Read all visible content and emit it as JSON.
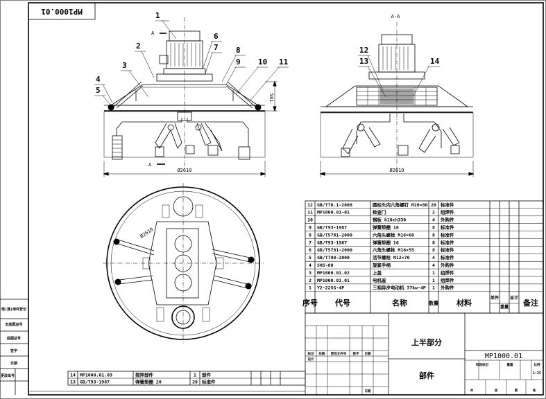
{
  "drawing_no_rotated": "MP1000.01",
  "section_label": "A-A",
  "view_marker": "A",
  "balloons_left": [
    "1",
    "2",
    "3",
    "4",
    "5",
    "6",
    "7",
    "8",
    "9",
    "10",
    "11"
  ],
  "balloons_right": [
    "12",
    "13",
    "14"
  ],
  "dim_width": "Ø2610",
  "dim_height": "581",
  "dim_circle": "Ø2610",
  "bom_header": {
    "seq": "序号",
    "code": "代号",
    "name": "名称",
    "qty": "数量",
    "material": "材料",
    "unit": "单件",
    "total": "总计",
    "weight": "重量",
    "remark": "备注"
  },
  "bom_rows": [
    {
      "seq": "14",
      "code": "MP1000.01.03",
      "name": "搅拌部件",
      "qty": "1",
      "remark": "部件"
    },
    {
      "seq": "13",
      "code": "GB/T93-1987",
      "name": "弹簧垫圈 20",
      "qty": "20",
      "remark": "标准件"
    },
    {
      "seq": "12",
      "code": "GB/T70.1-2008",
      "name": "圆柱头内六角螺钉 M20×80",
      "qty": "20",
      "remark": "标准件"
    },
    {
      "seq": "11",
      "code": "MP1000.01-01",
      "name": "检查门",
      "qty": "2",
      "remark": "组焊件"
    },
    {
      "seq": "10",
      "code": "",
      "name": "钢板 δ10ch330",
      "qty": "4",
      "remark": "外购件"
    },
    {
      "seq": "9",
      "code": "GB/T93-1987",
      "name": "弹簧垫圈 16",
      "qty": "8",
      "remark": "标准件"
    },
    {
      "seq": "8",
      "code": "GB/T5781-2000",
      "name": "六角头螺栓 M16×60",
      "qty": "8",
      "remark": "标准件"
    },
    {
      "seq": "7",
      "code": "GB/T93-1987",
      "name": "弹簧垫圈 16",
      "qty": "8",
      "remark": "标准件"
    },
    {
      "seq": "6",
      "code": "GB/T5781-2000",
      "name": "六角头螺栓 M16×55",
      "qty": "8",
      "remark": "标准件"
    },
    {
      "seq": "5",
      "code": "GB/T798-2000",
      "name": "活节螺栓 M12×70",
      "qty": "4",
      "remark": "标准件"
    },
    {
      "seq": "4",
      "code": "SHS-80",
      "name": "旋紧手柄",
      "qty": "4",
      "remark": "外购件"
    },
    {
      "seq": "3",
      "code": "MP1000.01.02",
      "name": "上盖",
      "qty": "1",
      "remark": "组焊件"
    },
    {
      "seq": "2",
      "code": "MP1000.01.01",
      "name": "电机座",
      "qty": "1",
      "remark": "组焊件"
    },
    {
      "seq": "1",
      "code": "Y2-225S-4P",
      "name": "三相异步电动机 37kw-4P",
      "qty": "1",
      "remark": "外购件"
    }
  ],
  "title_block": {
    "part_name": "上半部分",
    "drawing_no": "MP1000.01",
    "category": "部件",
    "scale": "1:25",
    "hdr_labels": [
      "标记",
      "处数",
      "更改文件号",
      "签字",
      "日期"
    ],
    "sign_labels": [
      "设计",
      "",
      "",
      "",
      "日期"
    ],
    "stage_labels": [
      "阶段标记",
      "重量",
      "比例"
    ],
    "sheet_labels": [
      "共",
      "张",
      "第",
      "张"
    ]
  },
  "left_strip": [
    "借(通)用件登记",
    "旧底图总号",
    "底图总号",
    "签字",
    "日期",
    "更改单号"
  ]
}
